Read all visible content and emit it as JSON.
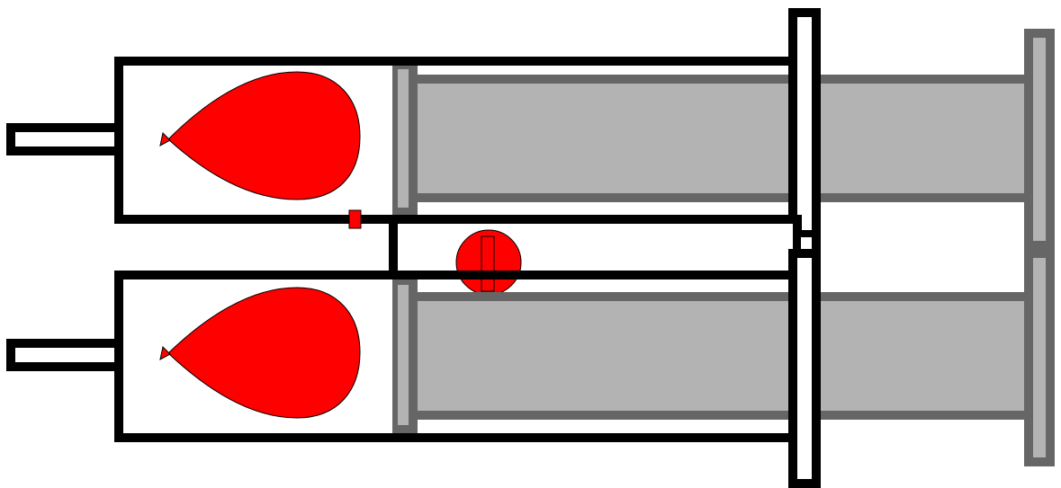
{
  "diagram": {
    "kind": "syringe-pair",
    "syringes": [
      {
        "position": "top",
        "contents": "red-drop"
      },
      {
        "position": "bottom",
        "contents": "red-drop"
      }
    ],
    "colors": {
      "barrel_outline": "#000000",
      "barrel_fill": "#ffffff",
      "plunger_outline": "#666666",
      "plunger_fill": "#b3b3b3",
      "drop_fill": "#ff0000",
      "drop_stroke": "#000000",
      "background": "#ffffff"
    }
  }
}
